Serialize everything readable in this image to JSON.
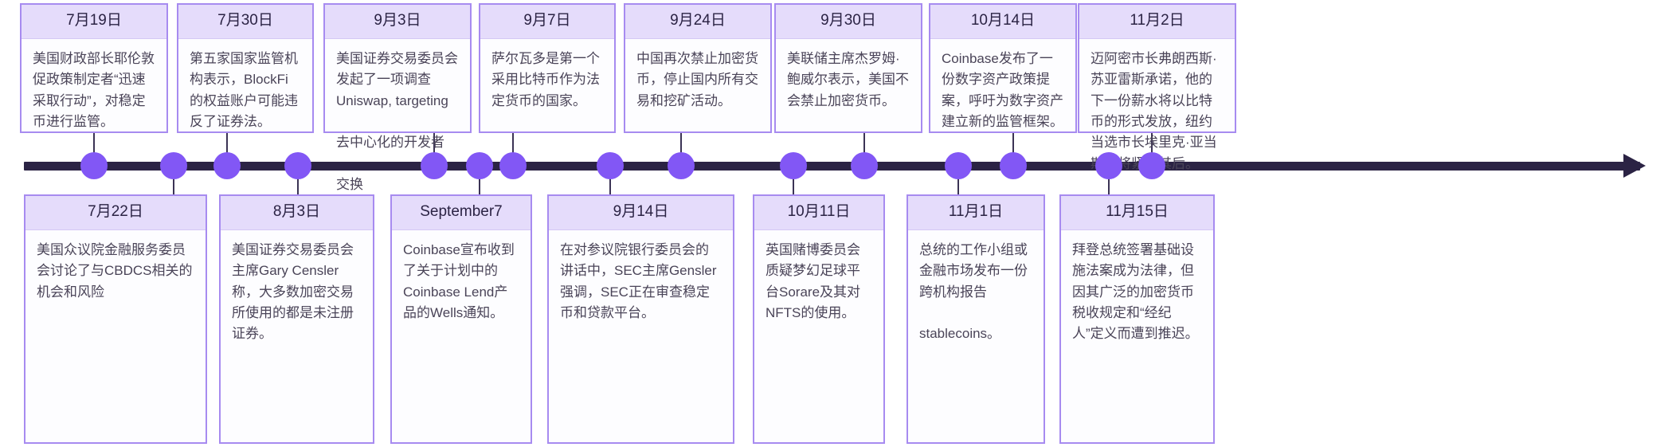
{
  "figure": {
    "type": "timeline",
    "orientation": "horizontal",
    "axis_color": "#2b2344",
    "node_color": "#8257f5",
    "card_border_color": "#a78bf0",
    "card_header_bg": "#e5dcfb",
    "card_body_bg": "#fdfdff",
    "node_count": 16,
    "top_card_count": 8,
    "bottom_card_count": 8
  },
  "events": [
    {
      "id": "e1",
      "date": "7月19日",
      "text": "美国财政部长耶伦敦促政策制定者“迅速采取行动”，对稳定币进行监管。",
      "row": "top"
    },
    {
      "id": "e2",
      "date": "7月22日",
      "text": "美国众议院金融服务委员会讨论了与CBDCS相关的机会和风险",
      "row": "bottom"
    },
    {
      "id": "e3",
      "date": "7月30日",
      "text": "第五家国家监管机构表示，BlockFi的权益账户可能违反了证券法。",
      "row": "top"
    },
    {
      "id": "e4",
      "date": "8月3日",
      "text": "美国证券交易委员会主席Gary Censler称，大多数加密交易所使用的都是未注册证券。",
      "row": "bottom"
    },
    {
      "id": "e5",
      "date": "9月3日",
      "text": "美国证券交易委员会发起了一项调查\n  Uniswap, targeting\n\n去中心化的开发者\n\n        交换",
      "row": "top"
    },
    {
      "id": "e6",
      "date": "September7",
      "text": "Coinbase宣布收到了关于计划中的Coinbase Lend产品的Wells通知。",
      "row": "bottom"
    },
    {
      "id": "e7",
      "date": "9月7日",
      "text": "萨尔瓦多是第一个采用比特币作为法定货币的国家。",
      "row": "top"
    },
    {
      "id": "e8",
      "date": "9月14日",
      "text": "在对参议院银行委员会的讲话中，SEC主席Gensler强调，SEC正在审查稳定币和贷款平台。",
      "row": "bottom"
    },
    {
      "id": "e9",
      "date": "9月24日",
      "text": "中国再次禁止加密货币，停止国内所有交易和挖矿活动。",
      "row": "top"
    },
    {
      "id": "e10",
      "date": "10月11日",
      "text": "英国赌博委员会质疑梦幻足球平台Sorare及其对NFTS的使用。",
      "row": "bottom"
    },
    {
      "id": "e11",
      "date": "9月30日",
      "text": "美联储主席杰罗姆·鲍威尔表示，美国不会禁止加密货币。",
      "row": "top"
    },
    {
      "id": "e12",
      "date": "11月1日",
      "text": "总统的工作小组或金融市场发布一份跨机构报告\n\n    stablecoins。",
      "row": "bottom"
    },
    {
      "id": "e13",
      "date": "10月14日",
      "text": "Coinbase发布了一份数字资产政策提案，呼吁为数字资产建立新的监管框架。",
      "row": "top"
    },
    {
      "id": "e14",
      "date": "11月15日",
      "text": "拜登总统签署基础设施法案成为法律，但因其广泛的加密货币税收规定和“经纪人”定义而遭到推迟。",
      "row": "bottom"
    },
    {
      "id": "e15",
      "date": "11月2日",
      "text": "迈阿密市长弗朗西斯·苏亚雷斯承诺，他的下一份薪水将以比特币的形式发放，纽约当选市长埃里克·亚当斯也将紧随其后。",
      "row": "top"
    }
  ]
}
